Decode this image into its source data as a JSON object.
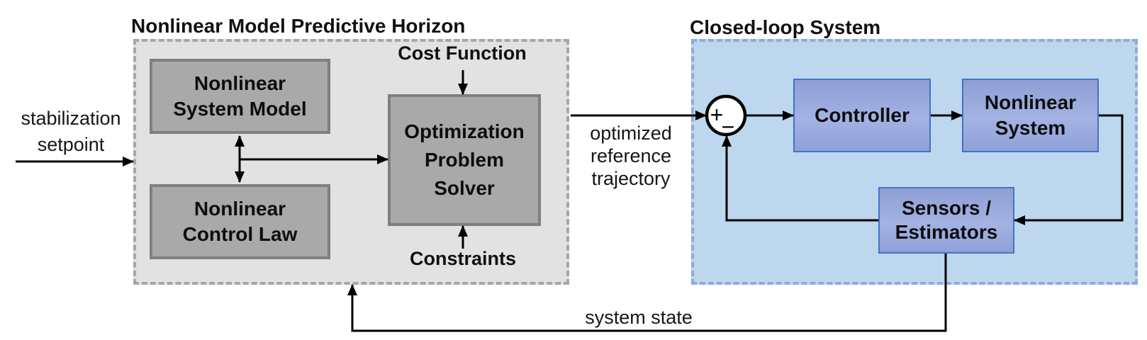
{
  "diagram": {
    "left_container": {
      "title": "Nonlinear Model Predictive Horizon",
      "fill_color": "#e2e2e2",
      "border_color": "#a6a6a6",
      "boxes": {
        "system_model": {
          "line1": "Nonlinear",
          "line2": "System Model"
        },
        "control_law": {
          "line1": "Nonlinear",
          "line2": "Control Law"
        },
        "solver": {
          "line1": "Optimization",
          "line2": "Problem",
          "line3": "Solver"
        }
      },
      "port_labels": {
        "cost_function": "Cost Function",
        "constraints": "Constraints"
      },
      "box_fill": "#a9a9a9",
      "box_border": "#7f7f7f"
    },
    "right_container": {
      "title": "Closed-loop System",
      "fill_color": "#bdd7ee",
      "border_color": "#8faadc",
      "boxes": {
        "controller": {
          "line1": "Controller"
        },
        "nonlinear_system": {
          "line1": "Nonlinear",
          "line2": "System"
        },
        "sensors": {
          "line1": "Sensors /",
          "line2": "Estimators"
        }
      },
      "summing_junction": {
        "plus": "+",
        "minus": "−"
      },
      "box_border": "#4472c4",
      "box_gradient_top": "#8e9fd5",
      "box_gradient_bottom": "#8ea1d8"
    },
    "flow_labels": {
      "setpoint_line1": "stabilization",
      "setpoint_line2": "setpoint",
      "reference_line1": "optimized",
      "reference_line2": "reference",
      "reference_line3": "trajectory",
      "system_state": "system state"
    },
    "wire_color": "#000000"
  }
}
